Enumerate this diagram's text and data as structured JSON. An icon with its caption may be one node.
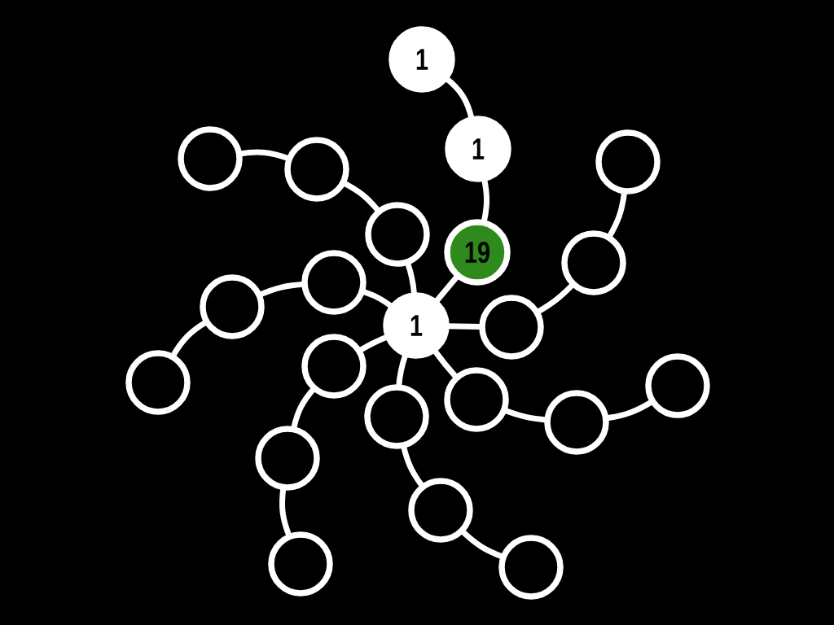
{
  "diagram": {
    "nodes": [
      {
        "text": [
          "1"
        ]
      },
      {
        "text": [
          "1"
        ]
      },
      {
        "text": [],
        "shape": "circle"
      },
      {
        "text": [],
        "shape": "circle"
      },
      {
        "text": [],
        "shape": "circle"
      },
      {
        "text": [],
        "shape": "circle"
      },
      {
        "text": [
          "19"
        ]
      },
      {
        "text": [],
        "shape": "circle"
      },
      {
        "text": [],
        "shape": "circle"
      },
      {
        "text": [],
        "shape": "circle"
      },
      {
        "text": [
          "1"
        ]
      },
      {
        "text": [],
        "shape": "circle"
      },
      {
        "text": [],
        "shape": "circle"
      },
      {
        "text": [],
        "shape": "circle"
      },
      {
        "text": [],
        "shape": "circle"
      },
      {
        "text": [],
        "shape": "circle"
      },
      {
        "text": [],
        "shape": "circle"
      },
      {
        "text": [],
        "shape": "circle"
      },
      {
        "text": [],
        "shape": "circle"
      },
      {
        "text": [],
        "shape": "circle"
      },
      {
        "text": [],
        "shape": "circle"
      },
      {
        "text": [],
        "shape": "circle"
      }
    ],
    "edges": [
      {
        "from": 0,
        "to": 1,
        "arrow": "none"
      },
      {
        "from": 1,
        "to": 6,
        "arrow": "none"
      },
      {
        "from": 6,
        "to": 10,
        "arrow": "none"
      },
      {
        "from": 10,
        "to": 5,
        "arrow": "none"
      },
      {
        "from": 5,
        "to": 4,
        "arrow": "none"
      },
      {
        "from": 4,
        "to": 2,
        "arrow": "none"
      },
      {
        "from": 10,
        "to": 8,
        "arrow": "none"
      },
      {
        "from": 8,
        "to": 9,
        "arrow": "none"
      },
      {
        "from": 9,
        "to": 13,
        "arrow": "none"
      },
      {
        "from": 10,
        "to": 12,
        "arrow": "none"
      },
      {
        "from": 12,
        "to": 18,
        "arrow": "none"
      },
      {
        "from": 18,
        "to": 20,
        "arrow": "none"
      },
      {
        "from": 10,
        "to": 16,
        "arrow": "none"
      },
      {
        "from": 16,
        "to": 19,
        "arrow": "none"
      },
      {
        "from": 19,
        "to": 21,
        "arrow": "none"
      },
      {
        "from": 10,
        "to": 15,
        "arrow": "none"
      },
      {
        "from": 15,
        "to": 17,
        "arrow": "none"
      },
      {
        "from": 17,
        "to": 14,
        "arrow": "none"
      },
      {
        "from": 10,
        "to": 11,
        "arrow": "none"
      },
      {
        "from": 11,
        "to": 7,
        "arrow": "none"
      },
      {
        "from": 7,
        "to": 3,
        "arrow": "none"
      }
    ]
  }
}
